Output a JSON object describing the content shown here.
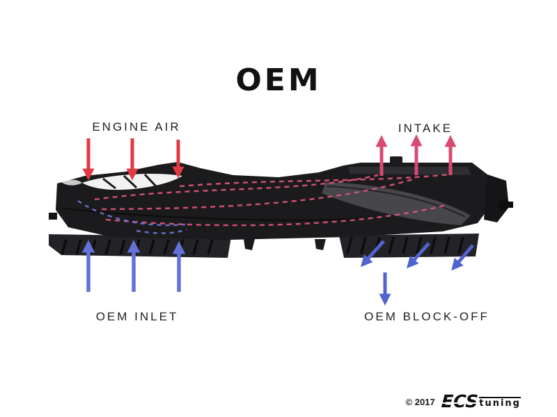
{
  "title": "OEM",
  "annotations": {
    "engine_air": "ENGINE AIR",
    "intake": "INTAKE",
    "oem_inlet": "OEM INLET",
    "oem_block_off": "OEM BLOCK-OFF"
  },
  "footer": {
    "copyright": "© 2017",
    "brand_ecs": "ECS",
    "brand_tuning": "tuning"
  },
  "colors": {
    "background": "#ffffff",
    "text": "#1d1d1d",
    "engine_air_arrow": "#e23a44",
    "intake_arrow": "#d84a72",
    "oem_inlet_arrow": "#6272d8",
    "oem_block_off_arrow": "#5163ce",
    "flow_pink": "#e0567a",
    "flow_blue": "#6a79dd",
    "part_black": "#1b1b1d"
  }
}
